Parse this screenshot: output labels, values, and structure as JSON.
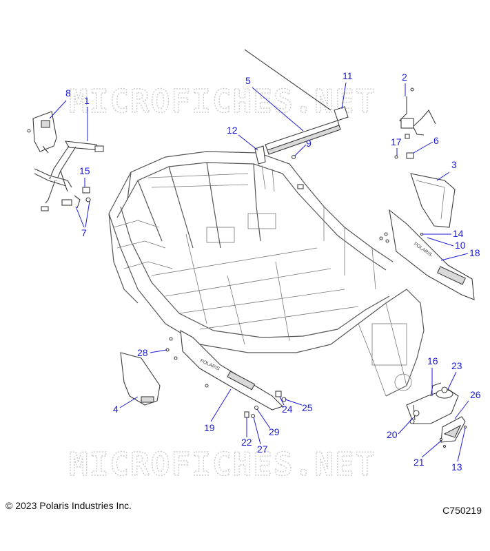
{
  "watermark": "MICROFICHES.NET",
  "copyright": "© 2023 Polaris Industries Inc.",
  "diagram_code": "C750219",
  "callouts": [
    {
      "id": "c1",
      "label": "1"
    },
    {
      "id": "c2",
      "label": "2"
    },
    {
      "id": "c3",
      "label": "3"
    },
    {
      "id": "c4",
      "label": "4"
    },
    {
      "id": "c5",
      "label": "5"
    },
    {
      "id": "c6",
      "label": "6"
    },
    {
      "id": "c7",
      "label": "7"
    },
    {
      "id": "c8",
      "label": "8"
    },
    {
      "id": "c9",
      "label": "9"
    },
    {
      "id": "c10",
      "label": "10"
    },
    {
      "id": "c11",
      "label": "11"
    },
    {
      "id": "c12",
      "label": "12"
    },
    {
      "id": "c13",
      "label": "13"
    },
    {
      "id": "c14",
      "label": "14"
    },
    {
      "id": "c15",
      "label": "15"
    },
    {
      "id": "c16",
      "label": "16"
    },
    {
      "id": "c17",
      "label": "17"
    },
    {
      "id": "c18",
      "label": "18"
    },
    {
      "id": "c19",
      "label": "19"
    },
    {
      "id": "c20",
      "label": "20"
    },
    {
      "id": "c21",
      "label": "21"
    },
    {
      "id": "c22",
      "label": "22"
    },
    {
      "id": "c23",
      "label": "23"
    },
    {
      "id": "c24",
      "label": "24"
    },
    {
      "id": "c25",
      "label": "25"
    },
    {
      "id": "c26",
      "label": "26"
    },
    {
      "id": "c27",
      "label": "27"
    },
    {
      "id": "c28",
      "label": "28"
    },
    {
      "id": "c29",
      "label": "29"
    }
  ],
  "panel_text": {
    "left": "POLARIS",
    "right": "POLARIS"
  }
}
